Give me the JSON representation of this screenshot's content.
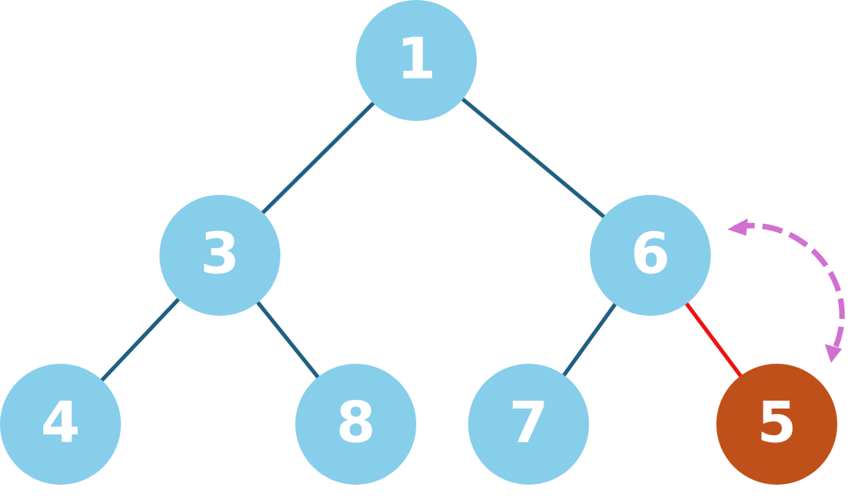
{
  "colors": {
    "node_fill": "#87CEEB",
    "highlight_fill": "#C0501A",
    "edge": "#1F5F82",
    "highlight_edge": "#EE1111",
    "swap_arrow": "#D070D0",
    "label": "#FFFFFF"
  },
  "nodes": [
    {
      "id": "n1",
      "label": "1",
      "highlighted": false
    },
    {
      "id": "n3",
      "label": "3",
      "highlighted": false
    },
    {
      "id": "n6",
      "label": "6",
      "highlighted": false
    },
    {
      "id": "n4",
      "label": "4",
      "highlighted": false
    },
    {
      "id": "n8",
      "label": "8",
      "highlighted": false
    },
    {
      "id": "n7",
      "label": "7",
      "highlighted": false
    },
    {
      "id": "n5",
      "label": "5",
      "highlighted": true
    }
  ],
  "edges": [
    {
      "from": "n1",
      "to": "n3",
      "highlighted": false
    },
    {
      "from": "n1",
      "to": "n6",
      "highlighted": false
    },
    {
      "from": "n3",
      "to": "n4",
      "highlighted": false
    },
    {
      "from": "n3",
      "to": "n8",
      "highlighted": false
    },
    {
      "from": "n6",
      "to": "n7",
      "highlighted": false
    },
    {
      "from": "n6",
      "to": "n5",
      "highlighted": true
    }
  ],
  "swap": {
    "between": [
      "n6",
      "n5"
    ],
    "style": "dashed double-headed arrow"
  }
}
